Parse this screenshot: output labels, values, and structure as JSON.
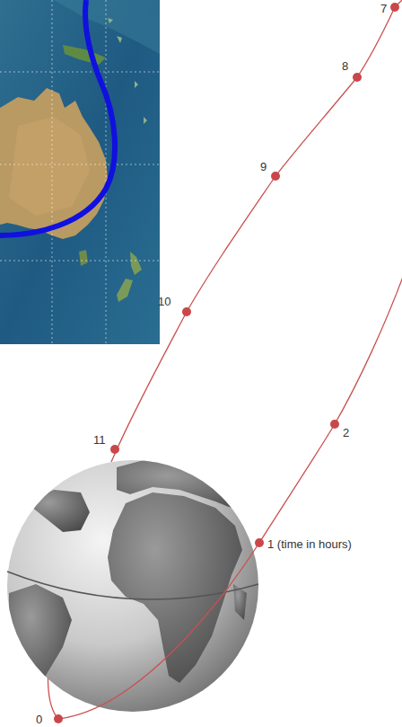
{
  "diagram": {
    "labels": [
      "0",
      "1 (time in hours)",
      "2",
      "7",
      "8",
      "9",
      "10",
      "11"
    ]
  }
}
